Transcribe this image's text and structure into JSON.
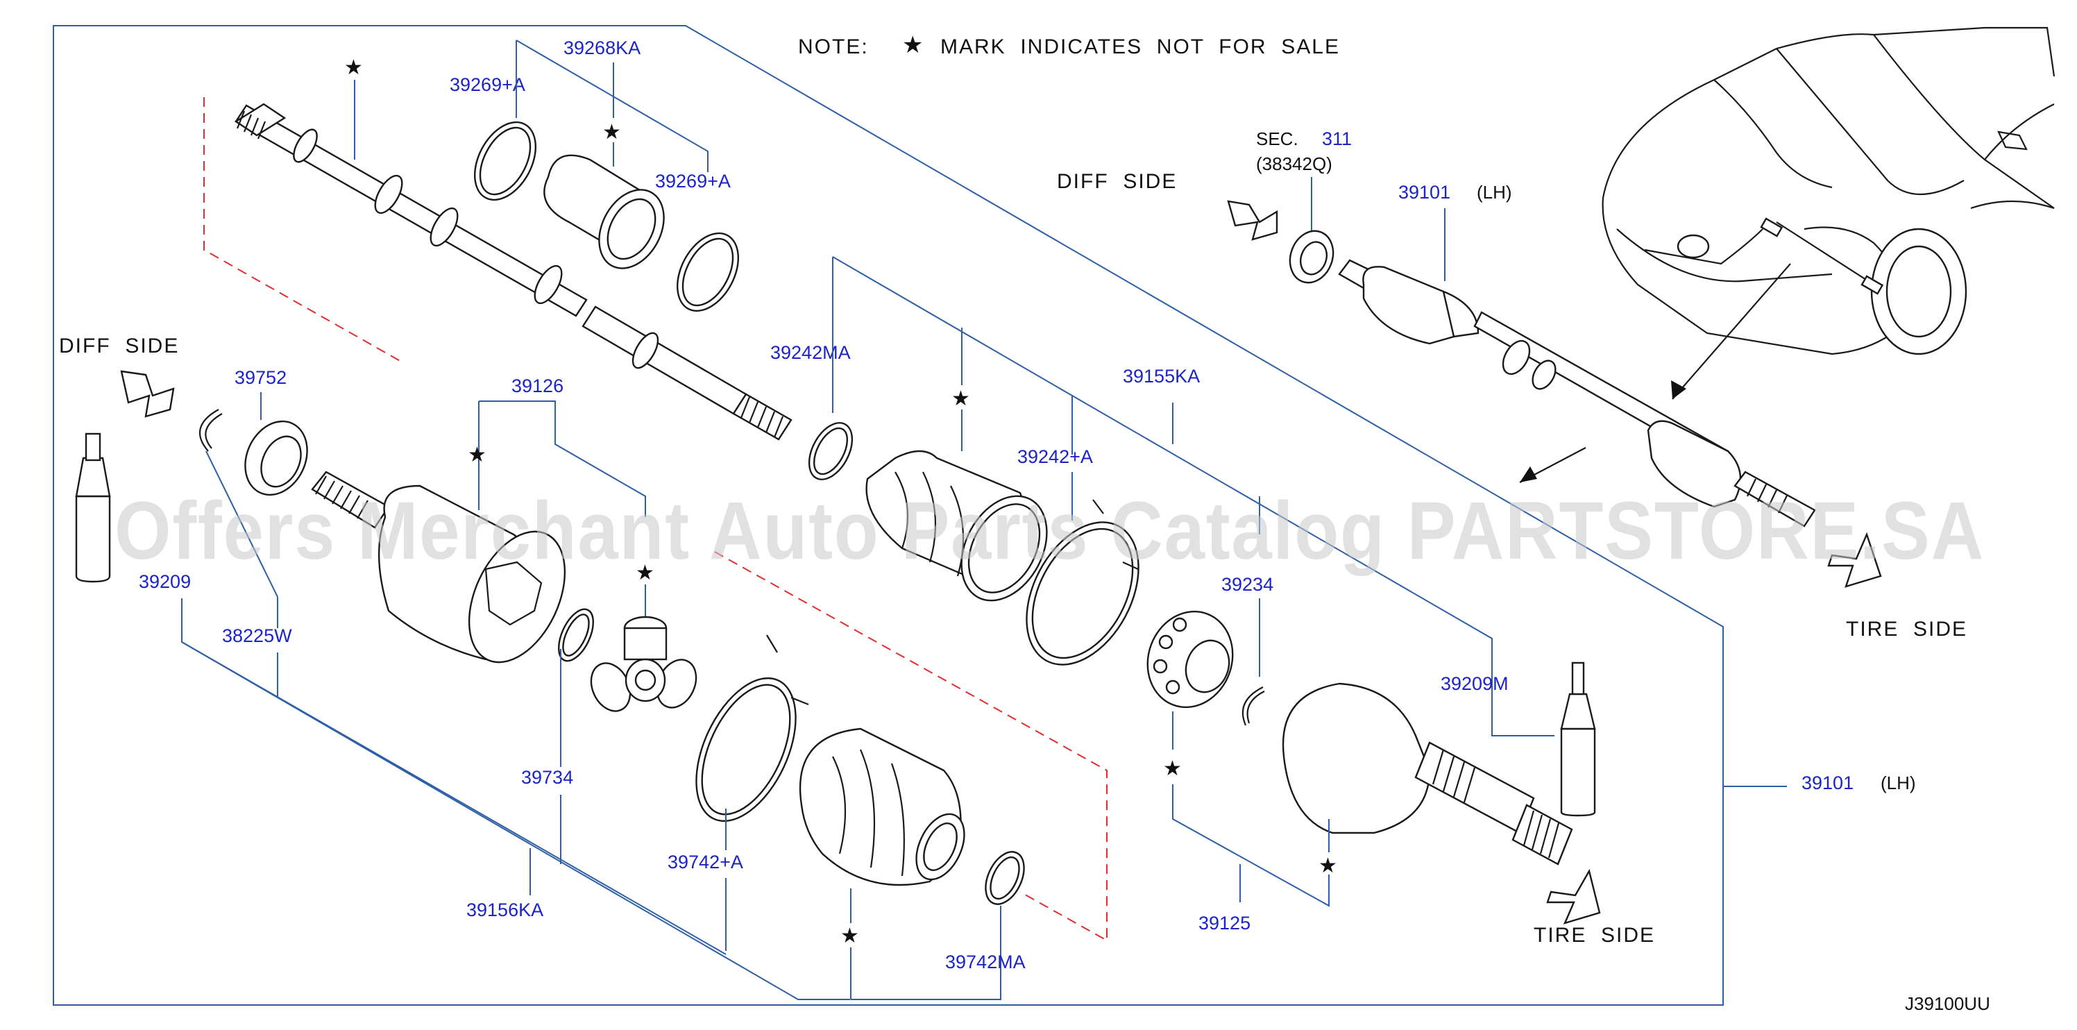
{
  "note": {
    "prefix": "NOTE:",
    "text": "MARK  INDICATES  NOT  FOR  SALE",
    "star": "★"
  },
  "directions": {
    "diff_side": "DIFF  SIDE",
    "tire_side": "TIRE  SIDE"
  },
  "section_ref": {
    "label": "SEC.",
    "number": "311",
    "part": "(38342Q)"
  },
  "assembly": {
    "part": "39101",
    "side": "(LH)"
  },
  "part_numbers": {
    "p39268KA": "39268KA",
    "p39269A_1": "39269+A",
    "p39269A_2": "39269+A",
    "p39242MA": "39242MA",
    "p39155KA": "39155KA",
    "p39242A": "39242+A",
    "p39234": "39234",
    "p39209M": "39209M",
    "p39101_main": "39101",
    "p39125": "39125",
    "p39752": "39752",
    "p39126": "39126",
    "p39209": "39209",
    "p38225W": "38225W",
    "p39734": "39734",
    "p39742A": "39742+A",
    "p39156KA": "39156KA",
    "p39742MA": "39742MA"
  },
  "diagram_code": "J39100UU",
  "watermark": "Offers Merchant Auto Parts Catalog PARTSTORE.SA",
  "colors": {
    "part_number": "#1b24c9",
    "leader": "#2c5fa8",
    "hidden_line": "#e32d2d",
    "ink": "#111111"
  }
}
